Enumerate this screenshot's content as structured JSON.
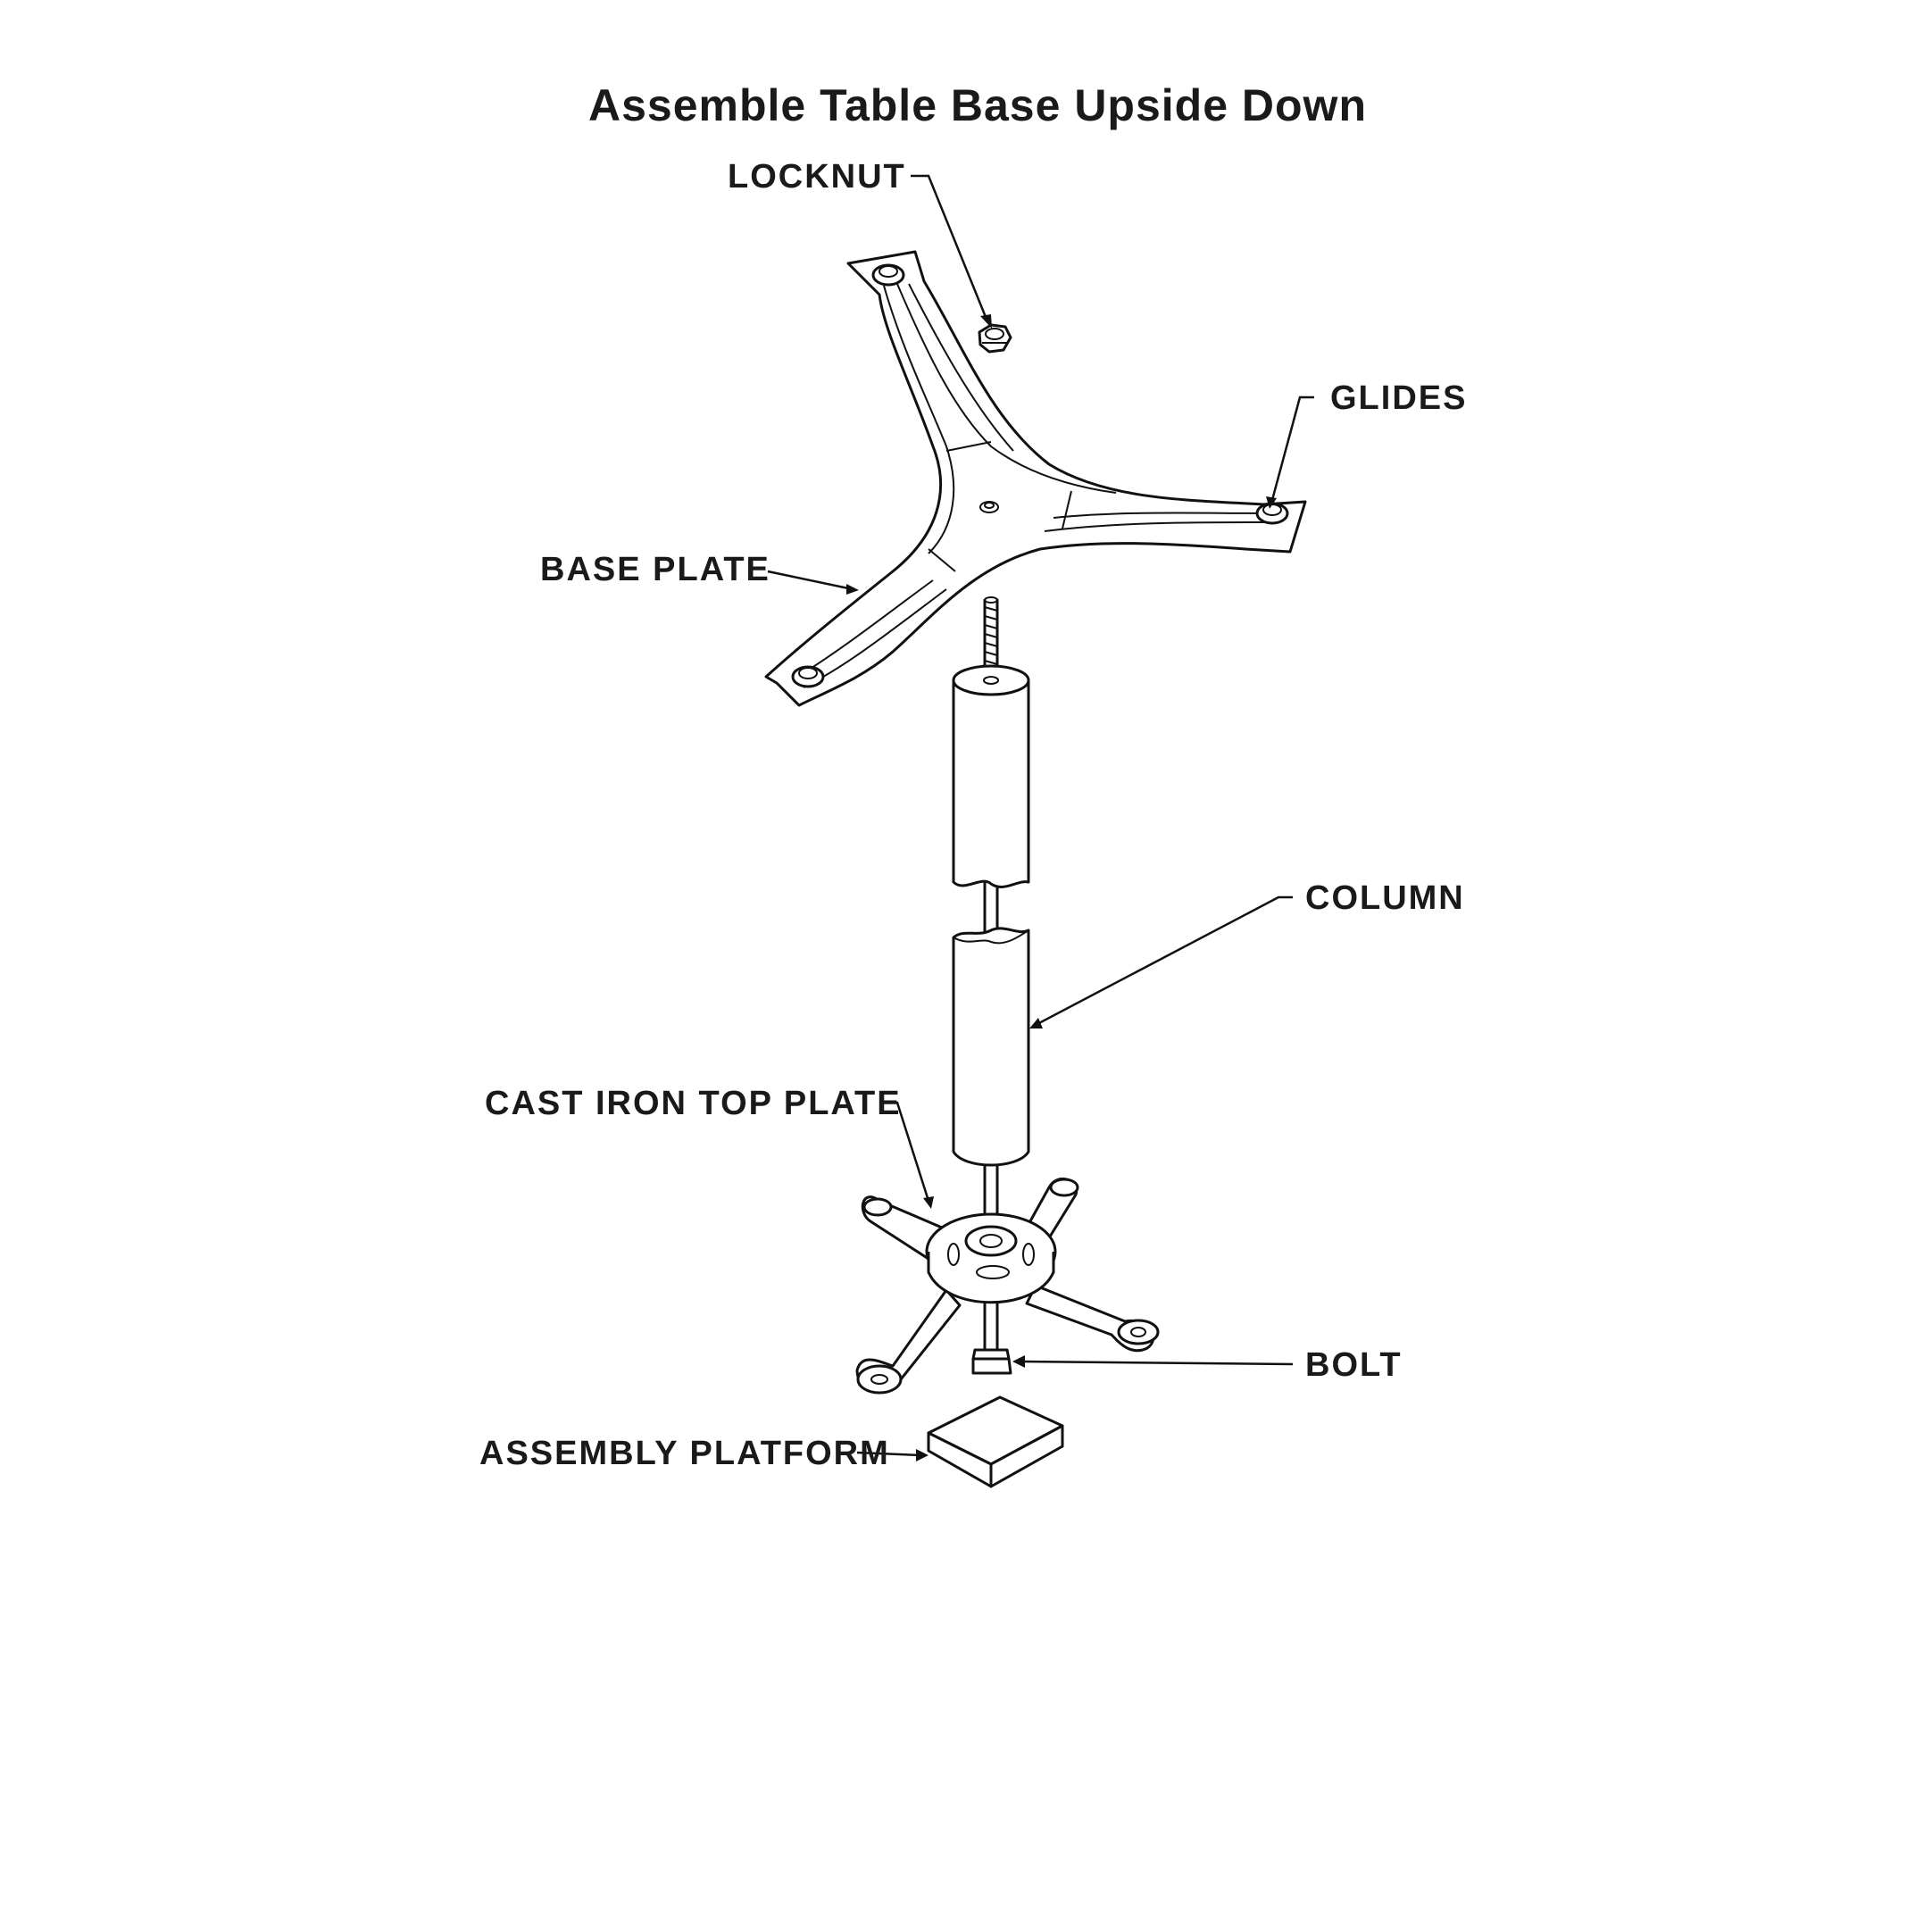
{
  "title": "Assemble Table Base Upside Down",
  "labels": {
    "locknut": "LOCKNUT",
    "glides": "GLIDES",
    "base_plate": "BASE PLATE",
    "column": "COLUMN",
    "cast_iron_top_plate": "CAST IRON TOP PLATE",
    "bolt": "BOLT",
    "assembly_platform": "ASSEMBLY PLATFORM"
  },
  "colors": {
    "ink": "#111111",
    "background": "#ffffff"
  }
}
